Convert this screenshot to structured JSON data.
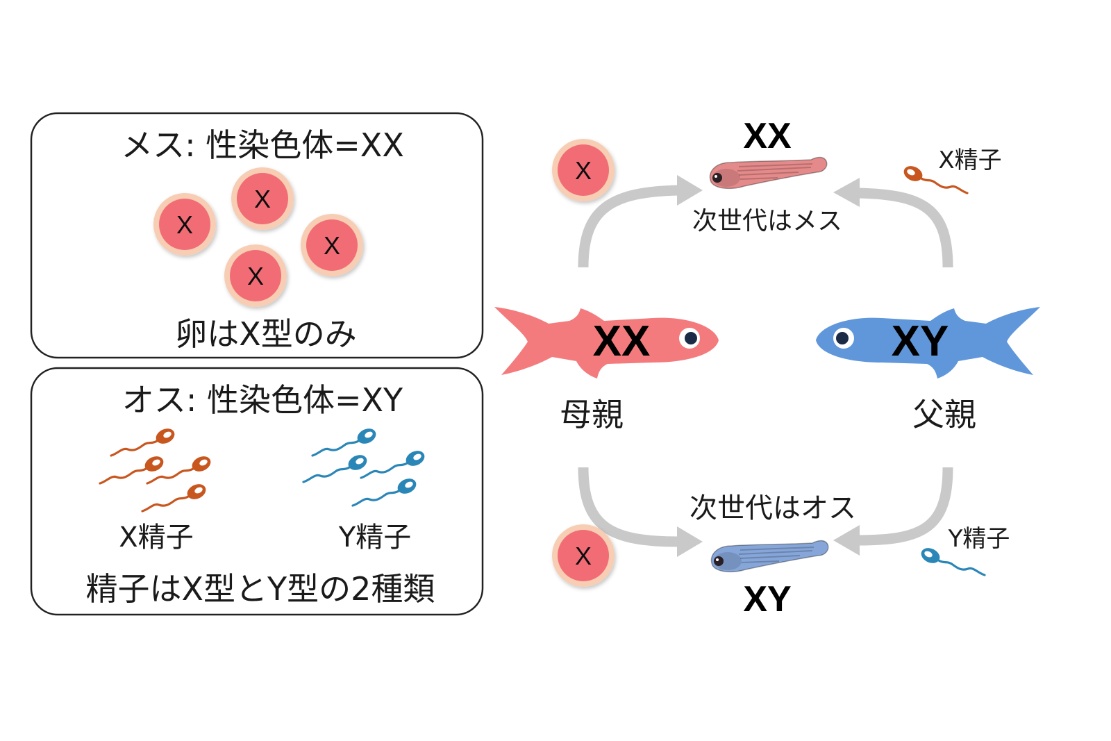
{
  "female_panel": {
    "title": "メス: 性染色体=XX",
    "egg_label": "X",
    "caption": "卵はX型のみ"
  },
  "male_panel": {
    "title": "オス: 性染色体=XY",
    "x_sperm_label": "X精子",
    "y_sperm_label": "Y精子",
    "caption": "精子はX型とY型の2種類"
  },
  "cycle": {
    "mother": {
      "genotype": "XX",
      "label": "母親"
    },
    "father": {
      "genotype": "XY",
      "label": "父親"
    },
    "female_offspring": {
      "genotype": "XX",
      "caption": "次世代はメス",
      "egg_label": "X",
      "sperm_label": "X精子"
    },
    "male_offspring": {
      "genotype": "XY",
      "caption": "次世代はオス",
      "egg_label": "X",
      "sperm_label": "Y精子"
    }
  },
  "icons": {
    "egg": "egg-icon",
    "x_sperm": "x-sperm-icon",
    "y_sperm": "y-sperm-icon",
    "mother": "female-fish-icon",
    "father": "male-fish-icon",
    "female_larva": "female-larva-icon",
    "male_larva": "male-larva-icon",
    "arrow": "arrow-icon"
  },
  "colors": {
    "female_fish": "#f47b7d",
    "male_fish": "#5f97da",
    "egg_inner": "#f26c76",
    "egg_ring": "#f7cdb4",
    "x_sperm": "#c8561f",
    "y_sperm": "#2b86b8",
    "female_larva": "#e58a8a",
    "male_larva": "#86a6d9",
    "arrow": "#c9c9c9",
    "fish_eye": "#1b2a45"
  }
}
